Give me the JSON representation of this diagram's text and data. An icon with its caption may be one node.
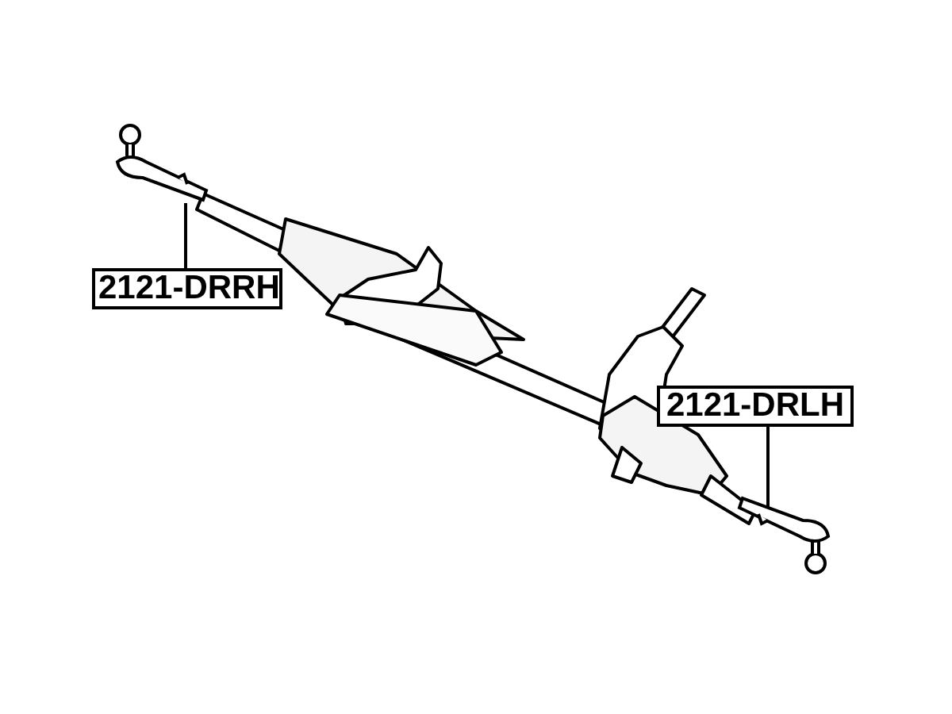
{
  "diagram": {
    "nodes": [
      {
        "text": [
          "2121-DRRH"
        ]
      },
      {
        "text": [],
        "shape": "picture"
      },
      {
        "text": [
          "2121-DRLH"
        ]
      },
      {
        "text": [],
        "shape": "picture"
      }
    ],
    "edges": [
      {
        "from": 0,
        "to": 1,
        "arrow": "none"
      },
      {
        "from": 2,
        "to": 3,
        "arrow": "none"
      }
    ]
  }
}
